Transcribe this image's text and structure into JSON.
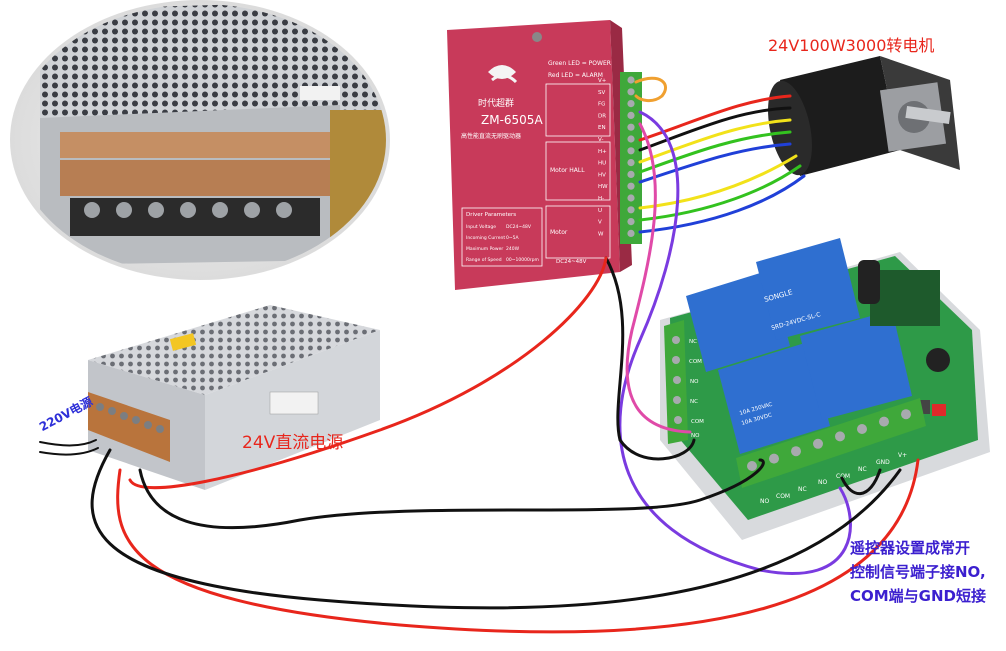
{
  "labels": {
    "motor": "24V100W3000转电机",
    "power_supply": "24V直流电源",
    "ac_input": "220V电源",
    "note_line1": "遥控器设置成常开",
    "note_line2": "控制信号端子接NO,",
    "note_line3": "COM端与GND短接"
  },
  "driver": {
    "brand": "时代超群",
    "model": "ZM-6505A",
    "subtitle": "高性能直流无刷驱动器",
    "led_green": "Green LED = POWER",
    "led_red": "Red LED = ALARM",
    "input_label": "DC24~48V",
    "params_title": "Driver Parameters",
    "params": [
      [
        "Input Voltage",
        "DC24~48V"
      ],
      [
        "Incoming Current",
        "0~5A"
      ],
      [
        "Maximum Power",
        "240W"
      ],
      [
        "Range of Speed",
        "00~10000rpm"
      ]
    ],
    "terminals": [
      "V+",
      "SV",
      "FG",
      "DR",
      "EN",
      "V-",
      "H+",
      "HU",
      "HV",
      "HW",
      "H-",
      "U",
      "V",
      "W"
    ],
    "block_labels": [
      "Motor HALL",
      "Motor"
    ]
  },
  "relay_board": {
    "relay_brand": "SONGLE",
    "relay_model": "SRD-24VDC-SL-C",
    "relay_rating_1": "10A 250VAC",
    "relay_rating_2": "10A 30VDC",
    "terminal_labels": [
      "NO",
      "COM",
      "NC",
      "NO",
      "COM",
      "NC",
      "GND",
      "V+"
    ],
    "left_terminal_labels": [
      "NC",
      "COM",
      "NO",
      "NC",
      "COM",
      "NO"
    ]
  },
  "colors": {
    "driver_body": "#c83a5a",
    "wire_red": "#e8261c",
    "wire_black": "#111111",
    "wire_purple": "#7a3be0",
    "wire_pink": "#e04aa8",
    "wire_orange": "#f0a030",
    "wire_yellow": "#f2e21a",
    "wire_green": "#33c21f",
    "wire_blue": "#2040d8",
    "terminal_green": "#3fa83a",
    "relay_blue": "#2f6fd0",
    "pcb_green": "#2e9a48",
    "note_text": "#3b1fcf",
    "ac_text": "#2d2fd8"
  }
}
